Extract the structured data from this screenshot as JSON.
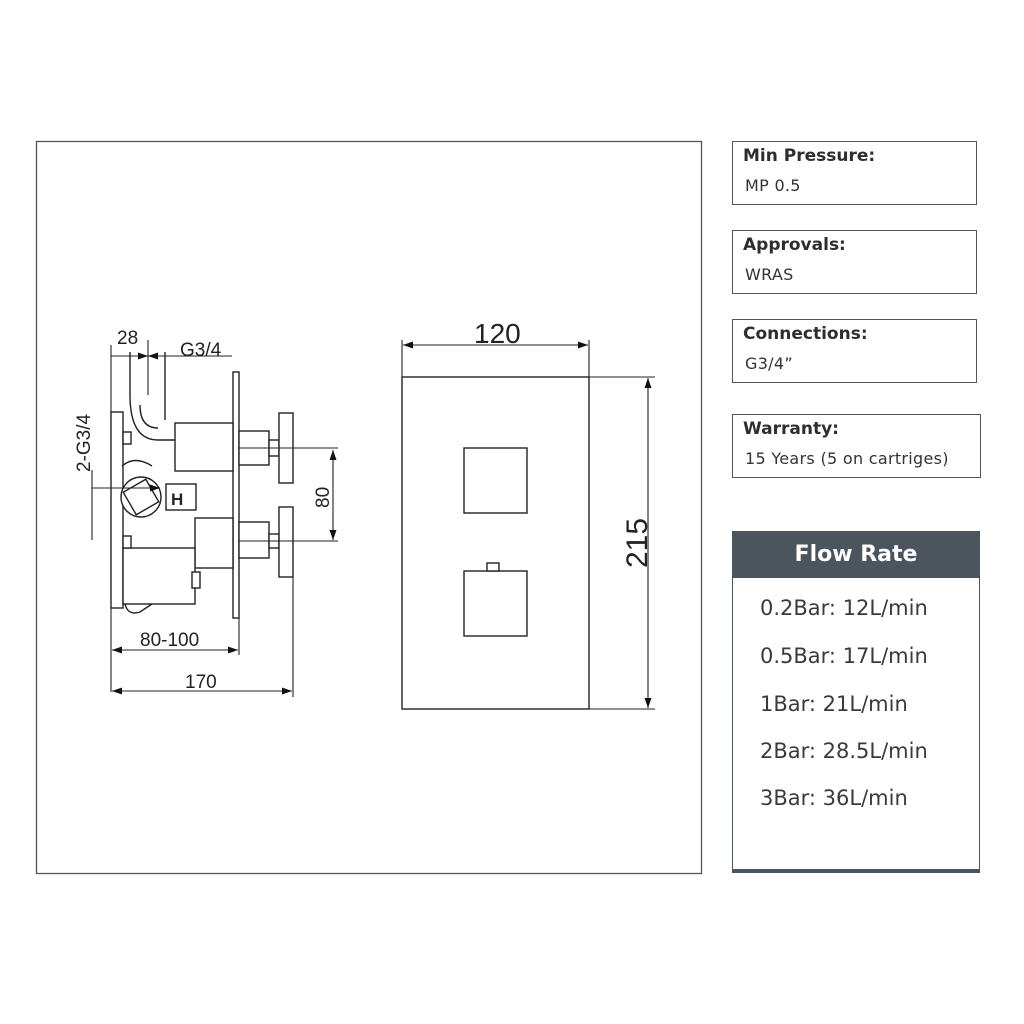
{
  "drawing": {
    "side_view": {
      "dim_28": "28",
      "dim_g34": "G3/4",
      "dim_2g34": "2-G3/4",
      "dim_80": "80",
      "dim_80_100": "80-100",
      "dim_170": "170",
      "hot_marker": "H"
    },
    "front_view": {
      "dim_120": "120",
      "dim_215": "215"
    }
  },
  "specs": [
    {
      "label": "Min Pressure:",
      "value": "MP 0.5"
    },
    {
      "label": "Approvals:",
      "value": "WRAS"
    },
    {
      "label": "Connections:",
      "value": "G3/4”"
    },
    {
      "label": "Warranty:",
      "value": "15 Years (5 on cartriges)"
    }
  ],
  "flow_rate": {
    "title": "Flow Rate",
    "rows": [
      "0.2Bar: 12L/min",
      "0.5Bar: 17L/min",
      "1Bar: 21L/min",
      "2Bar: 28.5L/min",
      "3Bar: 36L/min"
    ]
  },
  "colors": {
    "header_bg": "#4b555d",
    "line": "#333333"
  }
}
